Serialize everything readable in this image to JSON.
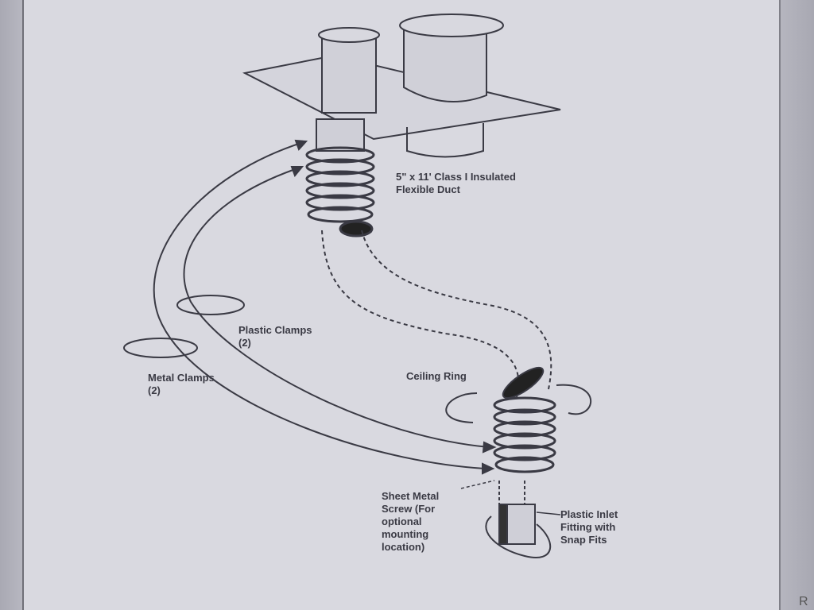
{
  "labels": {
    "duct": "5\" x 11' Class I Insulated Flexible Duct",
    "ceiling_ring": "Ceiling Ring",
    "plastic_clamps": "Plastic Clamps (2)",
    "metal_clamps": "Metal Clamps (2)",
    "sheet_metal_screw": "Sheet Metal Screw (For optional mounting location)",
    "inlet_fitting": "Plastic Inlet Fitting with Snap Fits"
  },
  "corner_text": "R"
}
